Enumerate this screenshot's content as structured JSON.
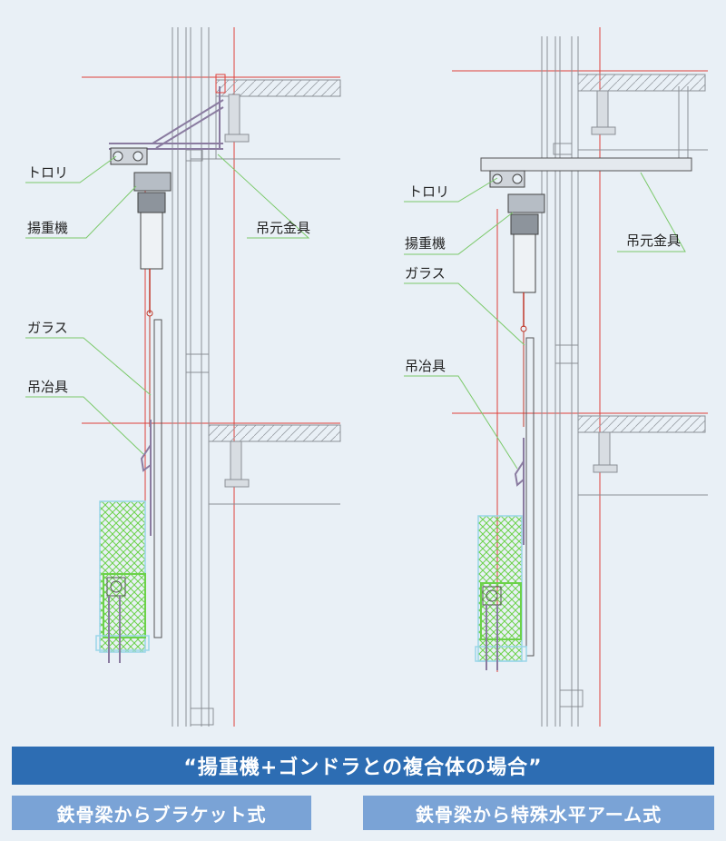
{
  "left_panel": {
    "labels": {
      "trolley": "トロリ",
      "hoist": "揚重機",
      "hanger": "吊元金具",
      "glass": "ガラス",
      "lifting_jig": "吊冶具"
    }
  },
  "right_panel": {
    "labels": {
      "trolley": "トロリ",
      "hoist": "揚重機",
      "hanger": "吊元金具",
      "glass": "ガラス",
      "lifting_jig": "吊冶具"
    }
  },
  "banner": {
    "title": "“揚重機+ゴンドラとの複合体の場合”"
  },
  "captions": {
    "left": "鉄骨梁からブラケット式",
    "right": "鉄骨梁から特殊水平アーム式"
  },
  "colors": {
    "background": "#e9f0f6",
    "banner": "#2d6db3",
    "caption": "#7aa3d6",
    "structure_line": "#8a8f95",
    "center_line": "#e0403a",
    "leader_line": "#7bc96a",
    "gondola": "#6cd24a",
    "gondola_frame": "#9ad6e8"
  }
}
